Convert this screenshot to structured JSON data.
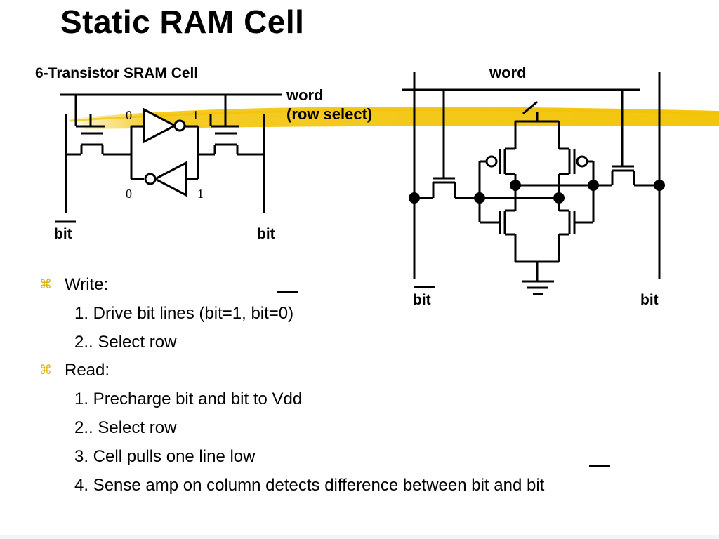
{
  "slide": {
    "title": "Static RAM Cell"
  },
  "left_diagram": {
    "caption": "6-Transistor SRAM Cell",
    "word_label": "word",
    "row_select_label": "(row select)",
    "node_top_left": "0",
    "node_top_right": "1",
    "node_bottom_left": "0",
    "node_bottom_right": "1",
    "bit_bar_label": "bit",
    "bit_label": "bit"
  },
  "right_diagram": {
    "word_label": "word",
    "bit_bar_label": "bit",
    "bit_label": "bit"
  },
  "bullets": {
    "marker": "⌘",
    "write_heading": "Write:",
    "write_step_1": "1. Drive bit lines (bit=1, bit=0)",
    "write_step_2": "2.. Select row",
    "read_heading": "Read:",
    "read_step_1": "1.  Precharge bit and bit to Vdd",
    "read_step_2": "2.. Select row",
    "read_step_3": "3.  Cell pulls one line low",
    "read_step_4": "4. Sense amp on column detects difference between bit and bit"
  },
  "colors": {
    "highlight": "#f2c200",
    "marker": "#d9b100"
  }
}
